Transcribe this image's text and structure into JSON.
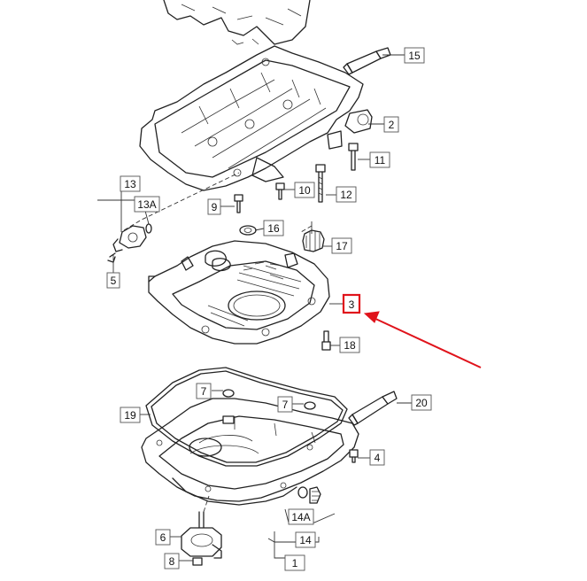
{
  "labels": {
    "l1": "1",
    "l2": "2",
    "l3": "3",
    "l4": "4",
    "l5": "5",
    "l6": "6",
    "l7a": "7",
    "l7b": "7",
    "l8": "8",
    "l9": "9",
    "l10": "10",
    "l11": "11",
    "l12": "12",
    "l13": "13",
    "l13a": "13A",
    "l14": "14",
    "l14a": "14A",
    "l15": "15",
    "l16": "16",
    "l17": "17",
    "l18": "18",
    "l19": "19",
    "l20": "20"
  },
  "colors": {
    "highlight": "#e0131b",
    "line": "#222222"
  }
}
